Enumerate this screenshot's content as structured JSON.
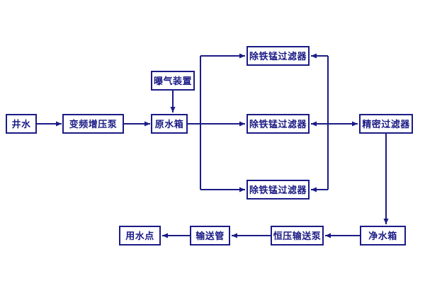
{
  "colors": {
    "line": "#1b1b86",
    "box_bg": "#ffffff",
    "page_bg": "#ffffff"
  },
  "nodes": {
    "well": {
      "label": "井水"
    },
    "pump": {
      "label": "变频增压泵"
    },
    "raw_tank": {
      "label": "原水箱"
    },
    "aeration": {
      "label": "曝气装置"
    },
    "filter_top": {
      "label": "除铁锰过滤器"
    },
    "filter_mid": {
      "label": "除铁锰过滤器"
    },
    "filter_bottom": {
      "label": "除铁锰过滤器"
    },
    "precision_filter": {
      "label": "精密过滤器"
    },
    "clean_tank": {
      "label": "净水箱"
    },
    "pressure_pump": {
      "label": "恒压输送泵"
    },
    "pipe": {
      "label": "输送管"
    },
    "use_point": {
      "label": "用水点"
    }
  },
  "edges": [
    {
      "from": "well",
      "to": "pump"
    },
    {
      "from": "pump",
      "to": "raw_tank"
    },
    {
      "from": "aeration",
      "to": "raw_tank"
    },
    {
      "from": "raw_tank",
      "to": "filter_top"
    },
    {
      "from": "raw_tank",
      "to": "filter_mid"
    },
    {
      "from": "raw_tank",
      "to": "filter_bottom"
    },
    {
      "from": "collector",
      "to": "filter_top"
    },
    {
      "from": "collector",
      "to": "filter_mid"
    },
    {
      "from": "collector",
      "to": "filter_bottom"
    },
    {
      "from": "collector",
      "to": "precision_filter"
    },
    {
      "from": "precision_filter",
      "to": "clean_tank"
    },
    {
      "from": "clean_tank",
      "to": "pressure_pump"
    },
    {
      "from": "pressure_pump",
      "to": "pipe"
    },
    {
      "from": "pipe",
      "to": "use_point"
    }
  ]
}
